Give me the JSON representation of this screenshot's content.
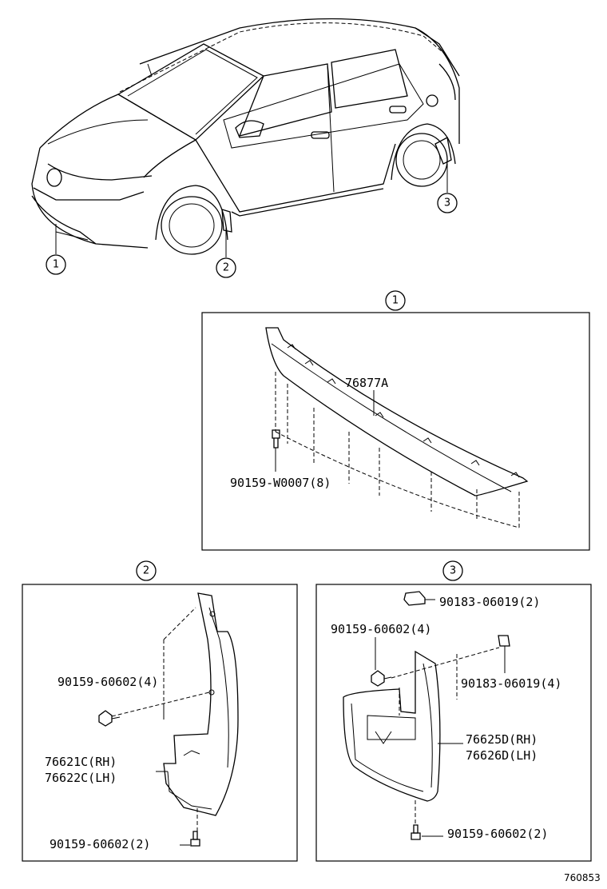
{
  "callouts": {
    "c1": "1",
    "c2": "2",
    "c3": "3"
  },
  "panel1": {
    "part_main": "76877A",
    "part_screw": "90159-W0007(8)"
  },
  "panel2": {
    "part_screw_top": "90159-60602(4)",
    "part_rh": "76621C(RH)",
    "part_lh": "76622C(LH)",
    "part_screw_bottom": "90159-60602(2)"
  },
  "panel3": {
    "part_clip_top": "90183-06019(2)",
    "part_screw_top": "90159-60602(4)",
    "part_clip_side": "90183-06019(4)",
    "part_rh": "76625D(RH)",
    "part_lh": "76626D(LH)",
    "part_screw_bottom": "90159-60602(2)"
  },
  "figure_code": "760853"
}
